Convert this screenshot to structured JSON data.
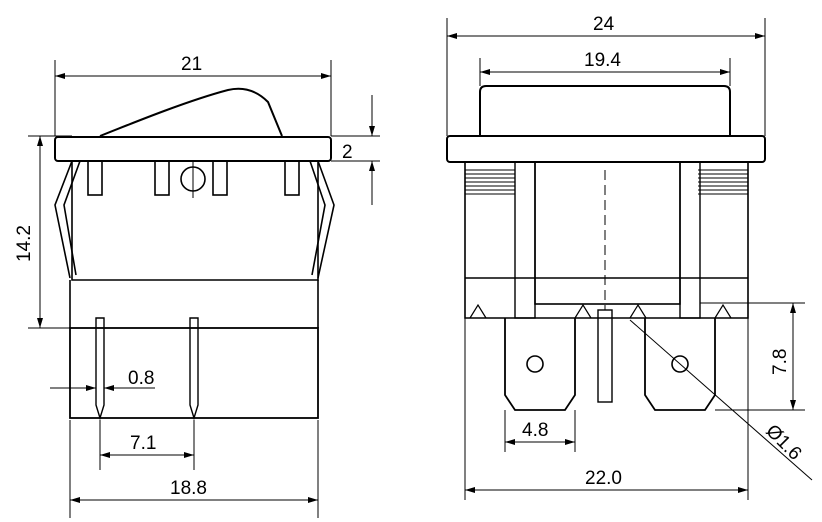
{
  "drawing": {
    "left_view": {
      "width_top": "21",
      "rocker_thickness": "2",
      "body_height": "14.2",
      "pin_thickness": "0.8",
      "pin_spacing": "7.1",
      "width_bottom": "18.8"
    },
    "right_view": {
      "width_overall": "24",
      "width_rocker": "19.4",
      "terminal_height": "7.8",
      "terminal_width": "4.8",
      "hole_diameter": "Ø1.6",
      "width_base": "22.0"
    }
  },
  "colors": {
    "line": "#000000",
    "background": "#ffffff"
  }
}
